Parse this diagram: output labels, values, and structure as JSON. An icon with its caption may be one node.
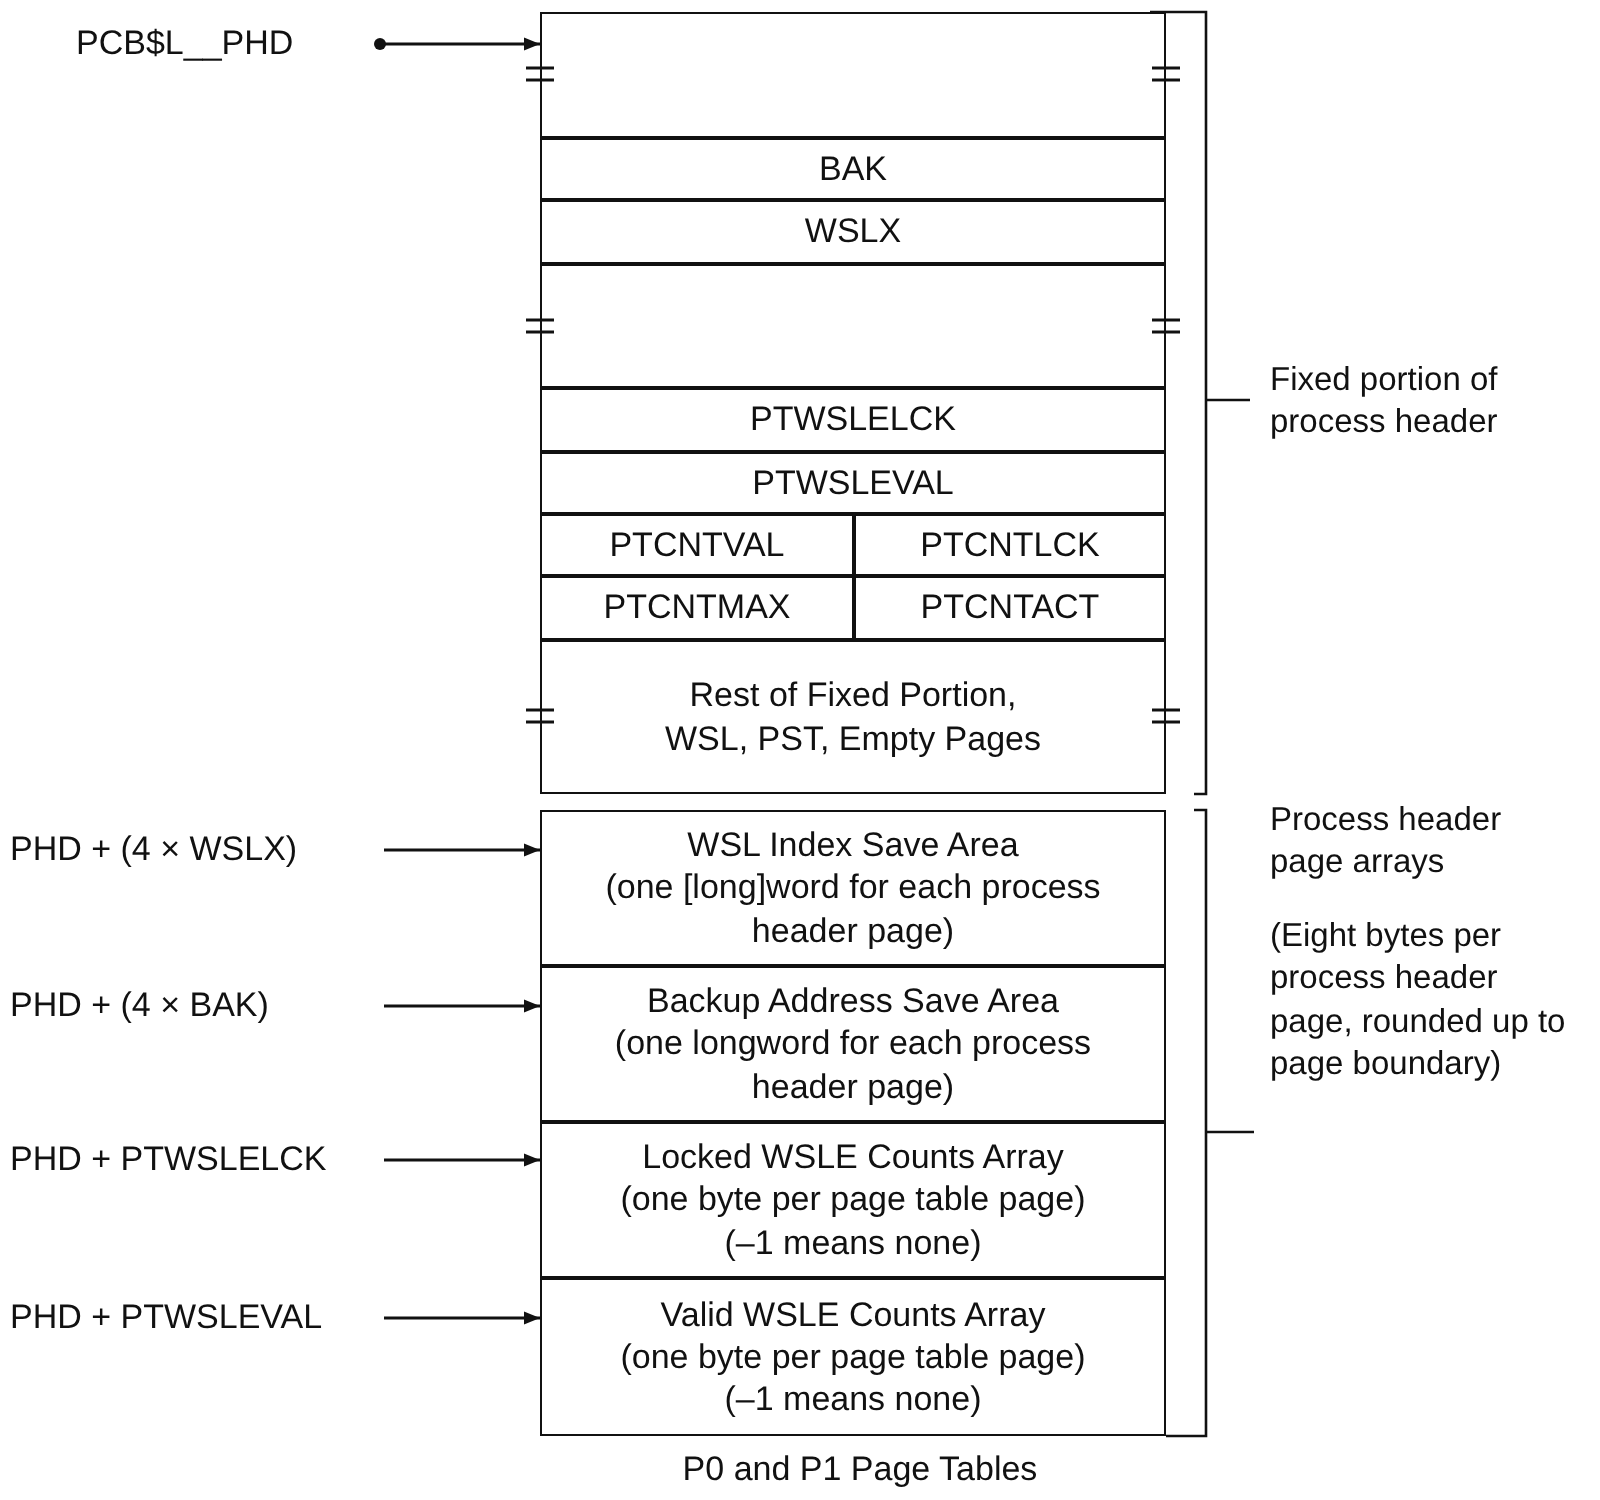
{
  "diagram": {
    "nodes": [
      {
        "text": [
          "PCB$L__PHD"
        ]
      },
      {
        "text": [],
        "shape": "box"
      },
      {
        "text": [
          "BAK"
        ]
      },
      {
        "text": [
          "WSLX"
        ]
      },
      {
        "text": [],
        "shape": "box"
      },
      {
        "text": [
          "PTWSLELCK"
        ]
      },
      {
        "text": [
          "PTWSLEVAL"
        ]
      },
      {
        "text": [
          "PTCNTVAL"
        ]
      },
      {
        "text": [
          "PTCNTLCK"
        ]
      },
      {
        "text": [
          "PTCNTMAX"
        ]
      },
      {
        "text": [
          "PTCNTACT"
        ]
      },
      {
        "text": [
          "Rest of Fixed Portion, WSL, PST, Empty Pages"
        ]
      },
      {
        "text": [
          "PHD + (4 × WSLX)"
        ]
      },
      {
        "text": [
          "WSL Index Save Area",
          "(one [long]word for each process header page)"
        ]
      },
      {
        "text": [
          "PHD + (4 × BAK)"
        ]
      },
      {
        "text": [
          "Backup Address Save Area",
          "(one longword for each process header page)"
        ]
      },
      {
        "text": [
          "PHD + PTWSLELCK"
        ]
      },
      {
        "text": [
          "Locked WSLE Counts Array",
          "(one byte per page table page)",
          "(–1 means none)"
        ]
      },
      {
        "text": [
          "PHD + PTWSLEVAL"
        ]
      },
      {
        "text": [
          "Valid WSLE Counts Array",
          "(one byte per page table page)",
          "(–1 means none)"
        ]
      }
    ],
    "edges": [
      {
        "from": 0,
        "to": 1,
        "arrow": "to"
      },
      {
        "from": 12,
        "to": 13,
        "arrow": "to"
      },
      {
        "from": 14,
        "to": 15,
        "arrow": "to"
      },
      {
        "from": 16,
        "to": 17,
        "arrow": "to"
      },
      {
        "from": 18,
        "to": 19,
        "arrow": "to"
      }
    ],
    "labels": [
      "Fixed portion of process header",
      "Process header page arrays",
      "(Eight bytes per process header page, rounded up to page boundary)",
      "P0 and P1 Page Tables"
    ]
  }
}
